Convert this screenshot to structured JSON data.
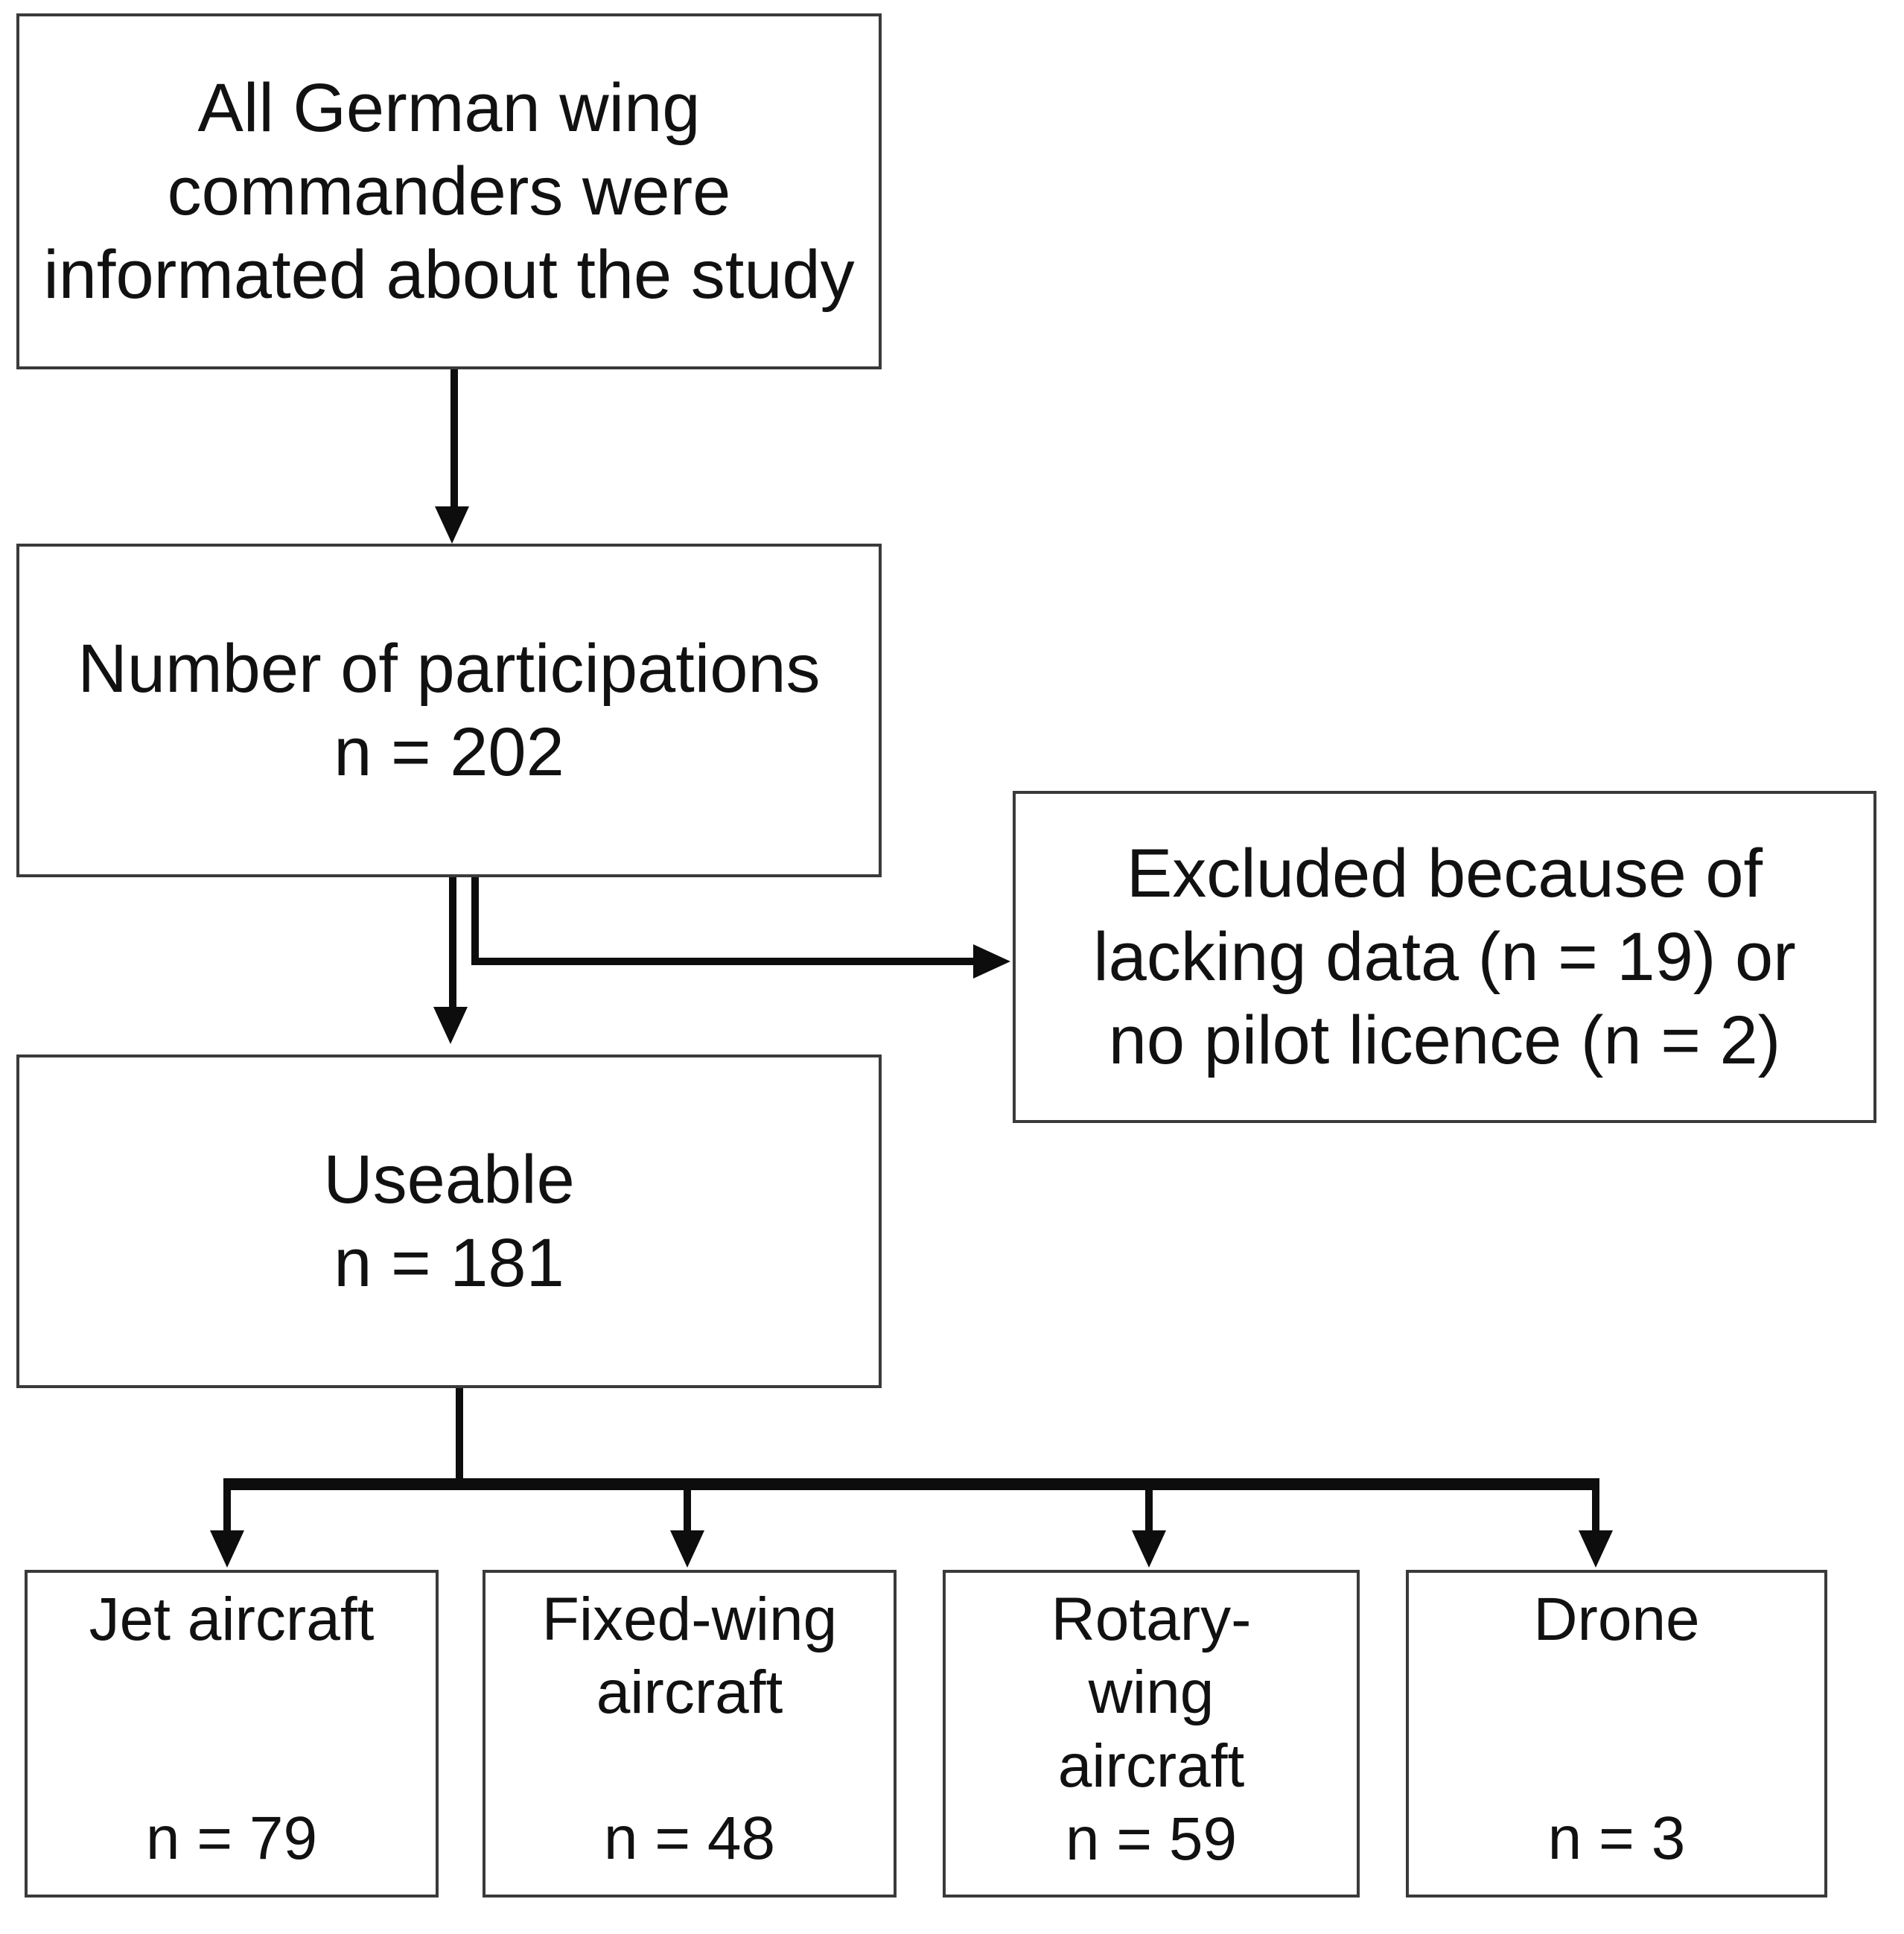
{
  "diagram": {
    "type": "flowchart",
    "title": "Study participation flow diagram",
    "nodes": {
      "informed": {
        "label": "All German wing\ncommanders were\ninformated about the study"
      },
      "participations": {
        "label": "Number of participations",
        "count": "n = 202"
      },
      "excluded": {
        "label": "Excluded because of\nlacking data (n = 19) or\nno pilot licence (n = 2)"
      },
      "useable": {
        "label": "Useable",
        "count": "n = 181"
      },
      "jet": {
        "label": "Jet aircraft",
        "count": "n = 79"
      },
      "fixed_wing": {
        "label": "Fixed-wing\naircraft",
        "count": "n = 48"
      },
      "rotary_wing": {
        "label": "Rotary-\nwing\naircraft",
        "count": "n = 59"
      },
      "drone": {
        "label": "Drone",
        "count": "n = 3"
      }
    },
    "edges": [
      {
        "from": "informed",
        "to": "participations",
        "style": "arrow-down"
      },
      {
        "from": "participations",
        "to": "excluded",
        "style": "elbow-arrow-right"
      },
      {
        "from": "participations",
        "to": "useable",
        "style": "arrow-down"
      },
      {
        "from": "useable",
        "to": "jet",
        "style": "fan-out-arrow-down"
      },
      {
        "from": "useable",
        "to": "fixed_wing",
        "style": "fan-out-arrow-down"
      },
      {
        "from": "useable",
        "to": "rotary_wing",
        "style": "fan-out-arrow-down"
      },
      {
        "from": "useable",
        "to": "drone",
        "style": "fan-out-arrow-down"
      }
    ],
    "colors": {
      "box_border": "#3a3a3a",
      "connector": "#0d0d0d",
      "background": "#ffffff",
      "text": "#111111"
    }
  }
}
